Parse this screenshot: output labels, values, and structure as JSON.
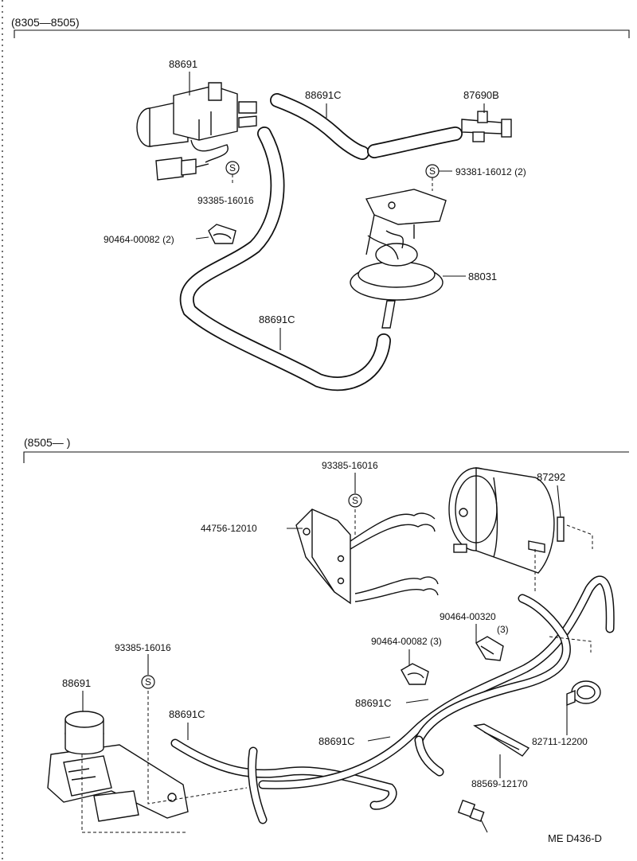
{
  "sections": [
    {
      "range": "(8305—8505)",
      "labels": {
        "p88691": "88691",
        "p88691c_top": "88691C",
        "p87690b": "87690B",
        "p93381": "93381-16012 (2)",
        "p93385": "93385-16016",
        "p90464": "90464-00082 (2)",
        "p88031": "88031",
        "p88691c_bottom": "88691C",
        "s_symbol_a": "S",
        "s_symbol_b": "S"
      }
    },
    {
      "range": "(8505—       )",
      "labels": {
        "p93385_top": "93385-16016",
        "p87292": "87292",
        "p44756": "44756-12010",
        "p90464_00320": "90464-00320",
        "p90464_00320_qty": "(3)",
        "p90464_00082": "90464-00082 (3)",
        "p93385_left": "93385-16016",
        "p88691": "88691",
        "p88691c_left": "88691C",
        "p88691c_mid": "88691C",
        "p88691c_lower": "88691C",
        "p82711": "82711-12200",
        "p88569": "88569-12170",
        "s_symbol_a": "S",
        "s_symbol_b": "S"
      }
    }
  ],
  "footer": {
    "code": "ME  D436-D"
  }
}
